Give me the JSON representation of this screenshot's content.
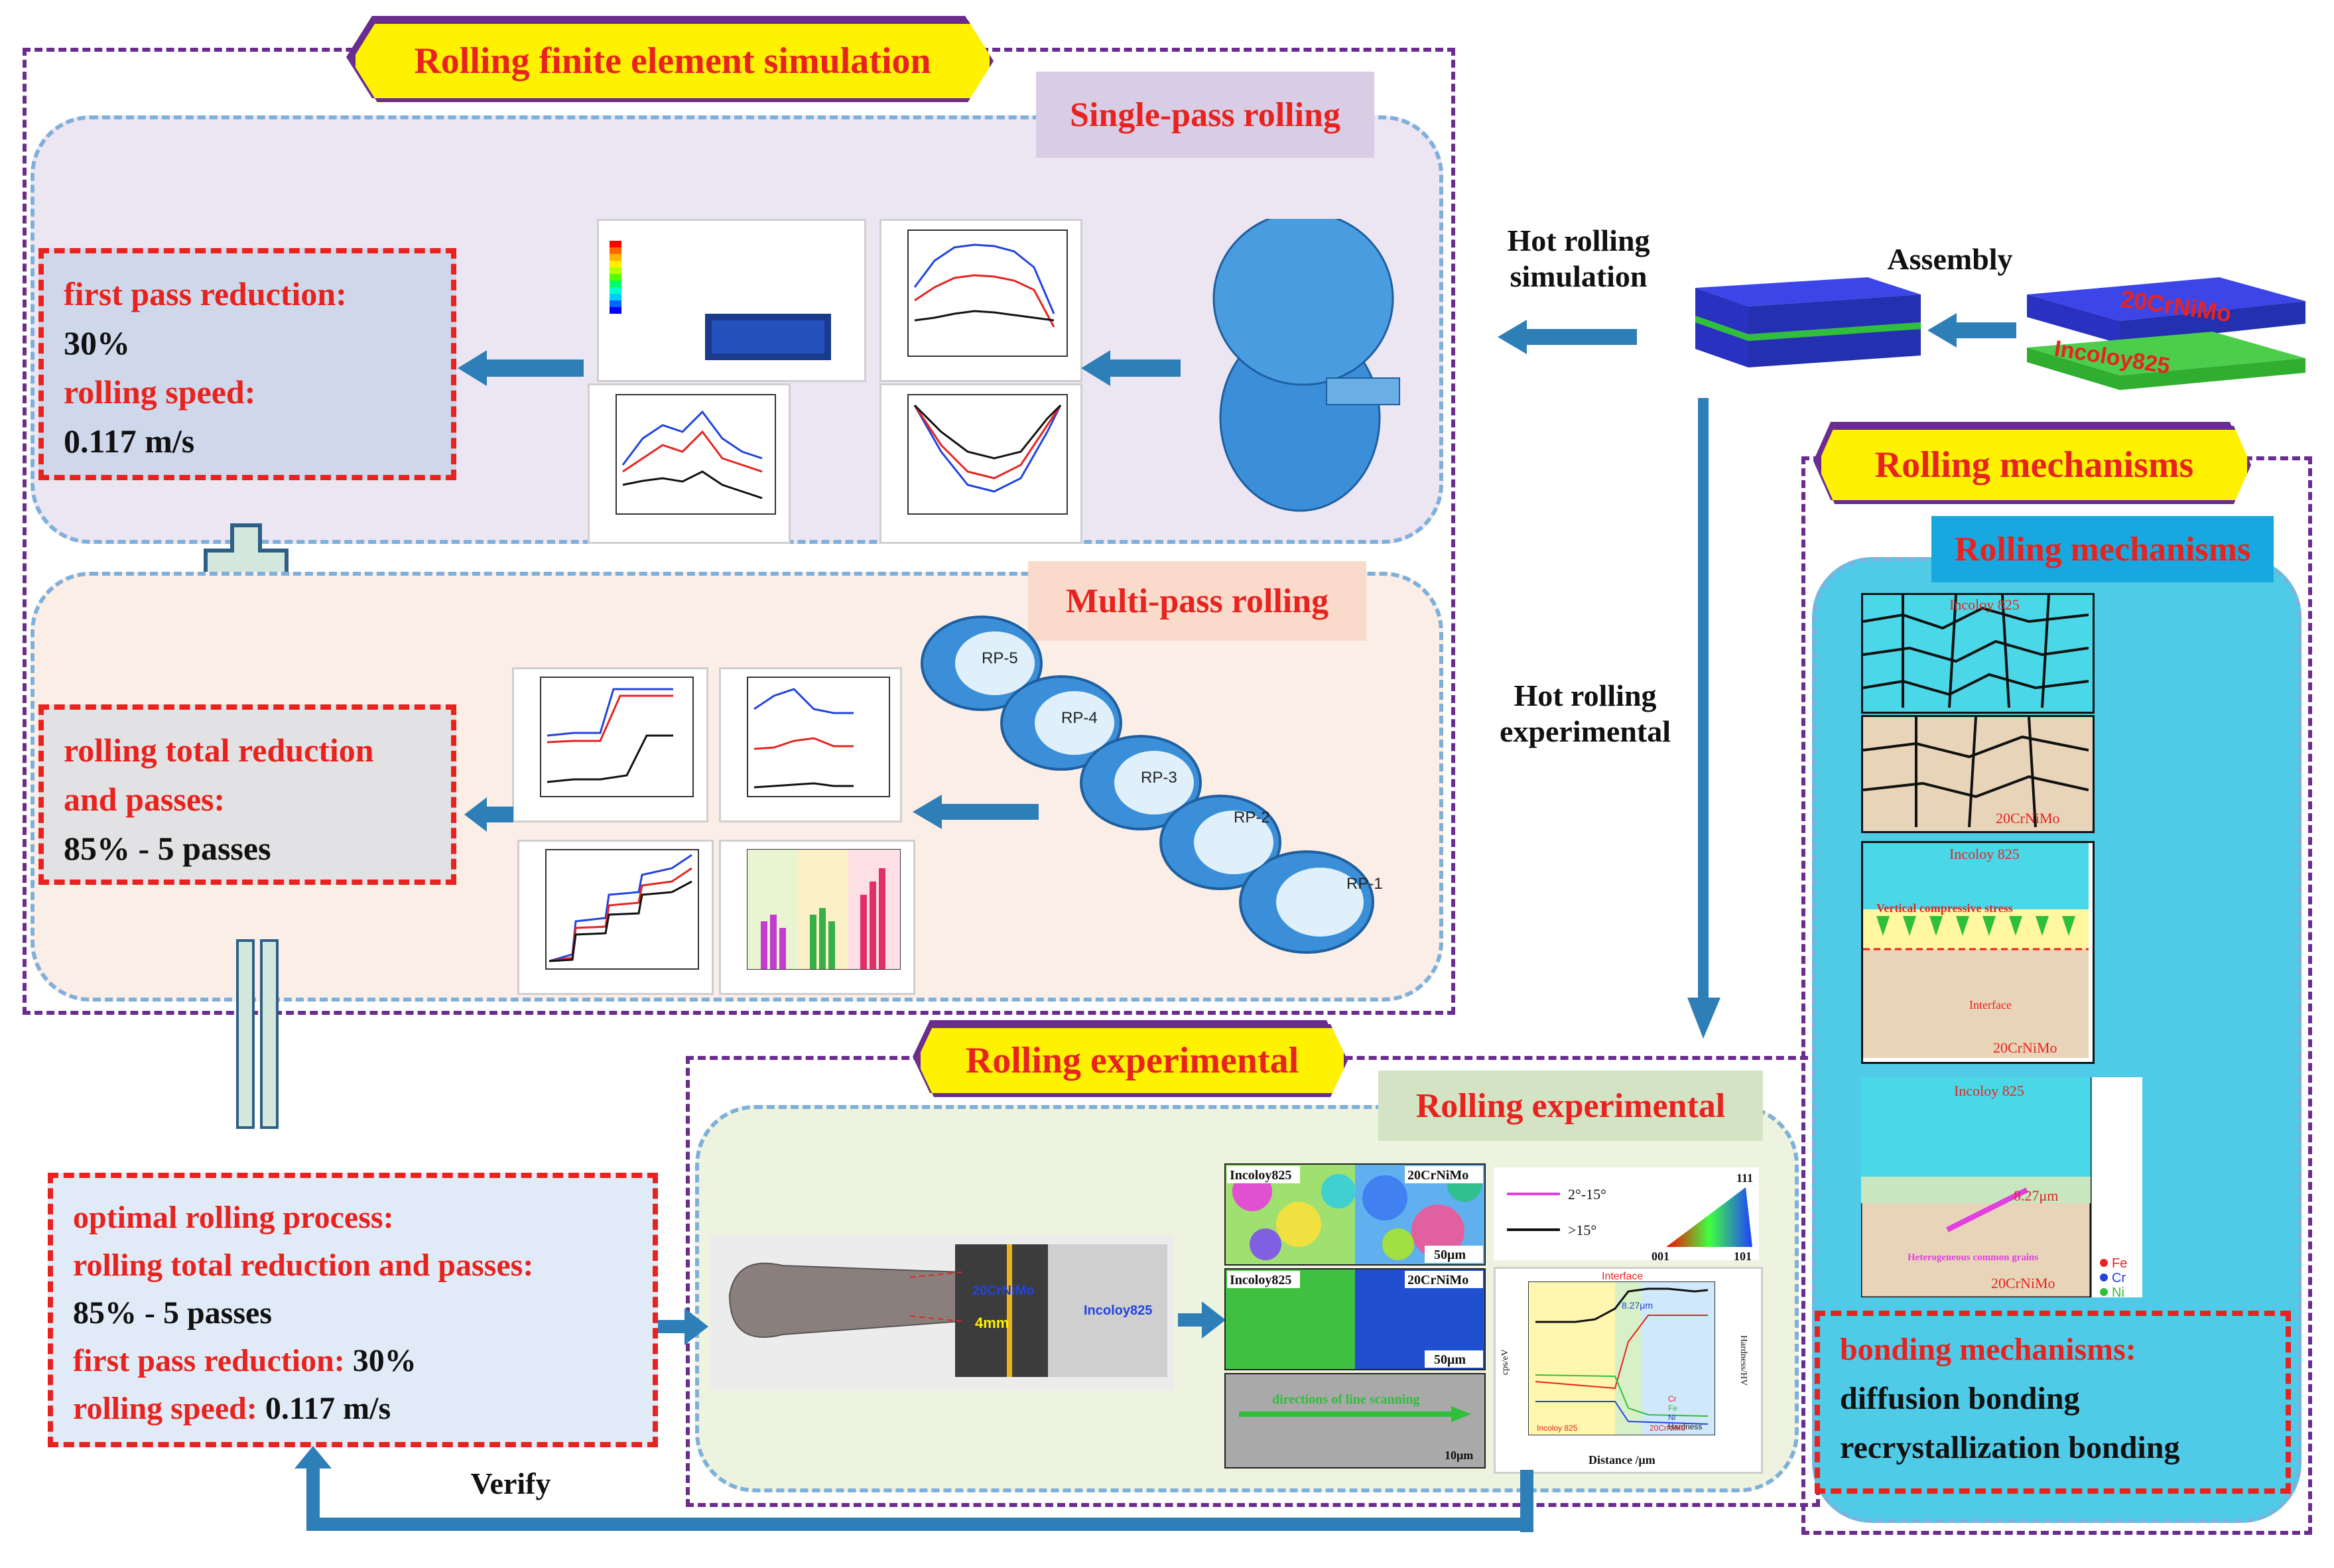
{
  "fe_sim": {
    "title": "Rolling finite element simulation",
    "single_pass": {
      "label": "Single-pass rolling",
      "params": {
        "line1": "first pass reduction:",
        "line2": "30%",
        "line3": "rolling speed:",
        "line4": "0.117 m/s"
      }
    },
    "multi_pass": {
      "label": "Multi-pass rolling",
      "params": {
        "line1": "rolling  total  reduction",
        "line2": "and passes:",
        "line3": "85% - 5 passes"
      },
      "roll_labels": [
        "RP-5",
        "RP-4",
        "RP-3",
        "RP-2",
        "RP-1"
      ]
    }
  },
  "process": {
    "hot_rolling_simulation": "Hot rolling\nsimulation",
    "assembly": "Assembly",
    "hot_rolling_experimental": "Hot rolling\nexperimental",
    "plate_top": "20CrNiMo",
    "plate_bottom": "Incoloy825"
  },
  "experimental": {
    "title": "Rolling experimental",
    "label": "Rolling experimental",
    "sample_labels": {
      "len": "4mm",
      "inc": "Incoloy825",
      "cr": "20CrNiMo"
    },
    "ebsd": {
      "top_left": "Incoloy825",
      "top_right": "20CrNiMo",
      "scale": "50μm",
      "bottom_left": "Incoloy825",
      "bottom_right": "20CrNiMo",
      "legend1": "2°-15°",
      "legend2": ">15°",
      "ipf_top": "111",
      "ipf_left": "001",
      "ipf_right": "101"
    },
    "sem": {
      "caption": "directions of line scanning",
      "scale": "10μm"
    },
    "linescan": {
      "interface": "Interface",
      "width": "8.27μm",
      "xlabel": "Distance /μm",
      "ylabel_left": "cps/eV",
      "ylabel_right": "Hardness/HV",
      "series": [
        "Cr",
        "Fe",
        "Ni",
        "Hardness"
      ],
      "region_left": "Incoloy 825",
      "region_right": "20CrNiMo"
    }
  },
  "optimal": {
    "line1": "optimal rolling process:",
    "line2": "rolling total reduction and passes:",
    "line3": "85% - 5 passes",
    "line4_a": "first pass reduction: ",
    "line4_b": "30%",
    "line5_a": "rolling speed: ",
    "line5_b": "0.117 m/s",
    "verify": "Verify"
  },
  "mechanisms": {
    "title": "Rolling mechanisms",
    "label": "Rolling mechanisms",
    "micro": {
      "inc": "Incoloy 825",
      "cr": "20CrNiMo",
      "stress": "Vertical compressive stress",
      "interface": "Interface",
      "width": "8.27μm",
      "grains": "Heterogeneous common grains"
    },
    "legend": [
      "Fe",
      "Cr",
      "Ni"
    ],
    "bonding": {
      "line1": "bonding mechanisms:",
      "line2": "diffusion bonding",
      "line3": "recrystallization bonding"
    }
  },
  "colors": {
    "purple": "#6a2d8f",
    "red": "#e8231f",
    "yellow": "#fff200",
    "arrow": "#2e7fb8",
    "cyan": "#4fcbe8"
  }
}
